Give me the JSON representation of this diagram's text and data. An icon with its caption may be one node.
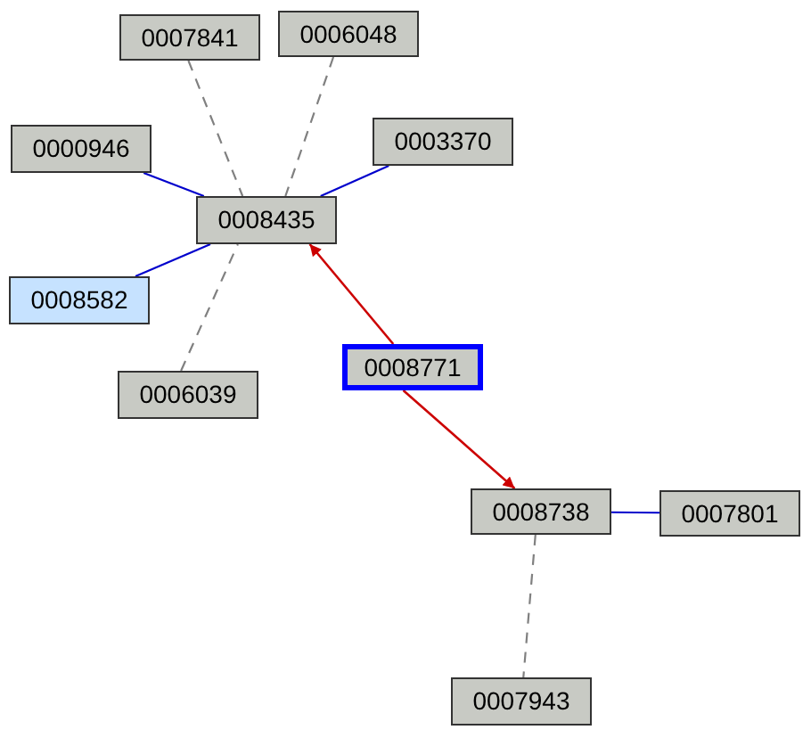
{
  "diagram": {
    "nodes": [
      {
        "text": [
          "0007841"
        ]
      },
      {
        "text": [
          "0006048"
        ]
      },
      {
        "text": [
          "0000946"
        ]
      },
      {
        "text": [
          "0003370"
        ]
      },
      {
        "text": [
          "0008435"
        ]
      },
      {
        "text": [
          "0008582"
        ]
      },
      {
        "text": [
          "0008771"
        ]
      },
      {
        "text": [
          "0006039"
        ]
      },
      {
        "text": [
          "0008738"
        ]
      },
      {
        "text": [
          "0007801"
        ]
      },
      {
        "text": [
          "0007943"
        ]
      }
    ],
    "edges": [
      {
        "from": 0,
        "to": 4,
        "arrow": "none",
        "style": "dashed",
        "color": "#808080"
      },
      {
        "from": 1,
        "to": 4,
        "arrow": "none",
        "style": "dashed",
        "color": "#808080"
      },
      {
        "from": 2,
        "to": 4,
        "arrow": "none",
        "color": "#0000cc"
      },
      {
        "from": 3,
        "to": 4,
        "arrow": "none",
        "color": "#0000cc"
      },
      {
        "from": 5,
        "to": 4,
        "arrow": "none",
        "color": "#0000cc"
      },
      {
        "from": 7,
        "to": 4,
        "arrow": "none",
        "style": "dashed",
        "color": "#808080"
      },
      {
        "from": 6,
        "to": 4,
        "arrow": "to",
        "color": "#cc0000"
      },
      {
        "from": 6,
        "to": 8,
        "arrow": "to",
        "color": "#cc0000"
      },
      {
        "from": 8,
        "to": 9,
        "arrow": "none",
        "color": "#0000cc"
      },
      {
        "from": 8,
        "to": 10,
        "arrow": "none",
        "style": "dashed",
        "color": "#808080"
      }
    ]
  }
}
